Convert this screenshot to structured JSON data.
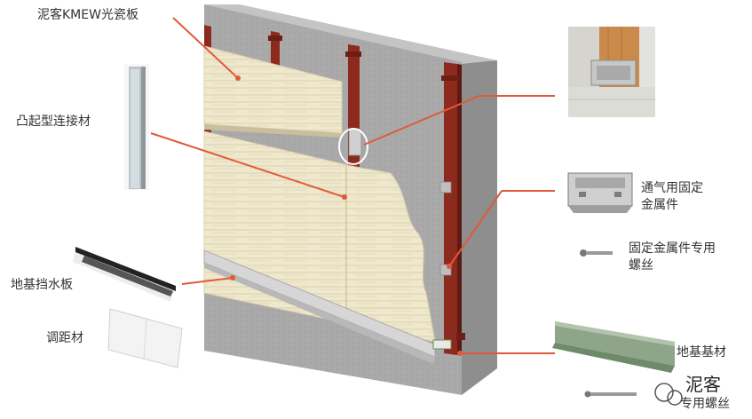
{
  "labels": {
    "kmew_board": "泥客KMEW光瓷板",
    "raised_connector": "凸起型连接材",
    "base_water_stop": "地基挡水板",
    "spacer": "调距材",
    "vented_fixing_line1": "通气用固定",
    "vented_fixing_line2": "金属件",
    "fixing_screw_line1": "固定金属件专用",
    "fixing_screw_line2": "螺丝",
    "base_material": "地基基材",
    "dedicated_screw": "专用螺丝"
  },
  "watermark": "泥客",
  "colors": {
    "leader_line": "#e05a3a",
    "concrete": "#a8a8a8",
    "steel_rail": "#8c2a1e",
    "board": "#eee6c8"
  }
}
